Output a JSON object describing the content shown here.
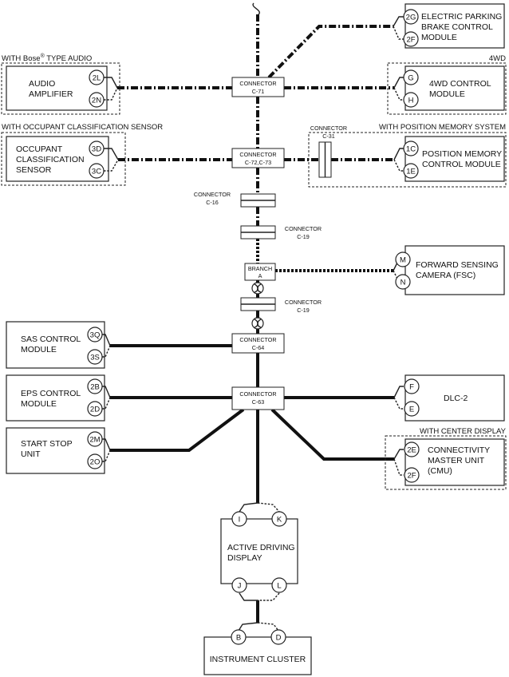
{
  "modules": {
    "epb": {
      "label": [
        "ELECTRIC PARKING",
        "BRAKE CONTROL",
        "MODULE"
      ],
      "pins": [
        "2G",
        "2F"
      ]
    },
    "audio": {
      "header_pre": "WITH Bose",
      "header_sup": "®",
      "header_post": " TYPE AUDIO",
      "label": [
        "AUDIO",
        "AMPLIFIER"
      ],
      "pins": [
        "2L",
        "2N"
      ]
    },
    "fwd": {
      "header": "4WD",
      "label": [
        "4WD CONTROL",
        "MODULE"
      ],
      "pins": [
        "G",
        "H"
      ]
    },
    "ocs": {
      "header": "WITH OCCUPANT CLASSIFICATION SENSOR",
      "label": [
        "OCCUPANT",
        "CLASSIFICATION",
        "SENSOR"
      ],
      "pins": [
        "3D",
        "3C"
      ]
    },
    "pmem": {
      "header": "WITH POSITION MEMORY SYSTEM",
      "label": [
        "POSITION MEMORY",
        "CONTROL MODULE"
      ],
      "pins": [
        "1C",
        "1E"
      ]
    },
    "fsc": {
      "label": [
        "FORWARD SENSING",
        "CAMERA (FSC)"
      ],
      "pins": [
        "M",
        "N"
      ]
    },
    "sas": {
      "label": [
        "SAS CONTROL",
        "MODULE"
      ],
      "pins": [
        "3Q",
        "3S"
      ]
    },
    "eps": {
      "label": [
        "EPS CONTROL",
        "MODULE"
      ],
      "pins": [
        "2B",
        "2D"
      ]
    },
    "dlc": {
      "label": [
        "DLC-2"
      ],
      "pins": [
        "F",
        "E"
      ]
    },
    "ssu": {
      "label": [
        "START STOP",
        "UNIT"
      ],
      "pins": [
        "2M",
        "2O"
      ]
    },
    "cmu": {
      "header": "WITH CENTER DISPLAY",
      "label": [
        "CONNECTIVITY",
        "MASTER UNIT",
        "(CMU)"
      ],
      "pins": [
        "2E",
        "2F"
      ]
    },
    "add": {
      "label": [
        "ACTIVE DRIVING",
        "DISPLAY"
      ],
      "pins": [
        "I",
        "K",
        "J",
        "L"
      ]
    },
    "ic": {
      "label": [
        "INSTRUMENT CLUSTER"
      ],
      "pins": [
        "B",
        "D"
      ]
    }
  },
  "connectors": {
    "c71": [
      "CONNECTOR",
      "C-71"
    ],
    "c72": [
      "CONNECTOR",
      "C-72,C-73"
    ],
    "c31": [
      "CONNECTOR",
      "C-31"
    ],
    "c16": [
      "CONNECTOR",
      "C-16"
    ],
    "c19a": [
      "CONNECTOR",
      "C-19"
    ],
    "branch": [
      "BRANCH",
      "A"
    ],
    "c19b": [
      "CONNECTOR",
      "C-19"
    ],
    "c64": [
      "CONNECTOR",
      "C-64"
    ],
    "c63": [
      "CONNECTOR",
      "C-63"
    ]
  }
}
